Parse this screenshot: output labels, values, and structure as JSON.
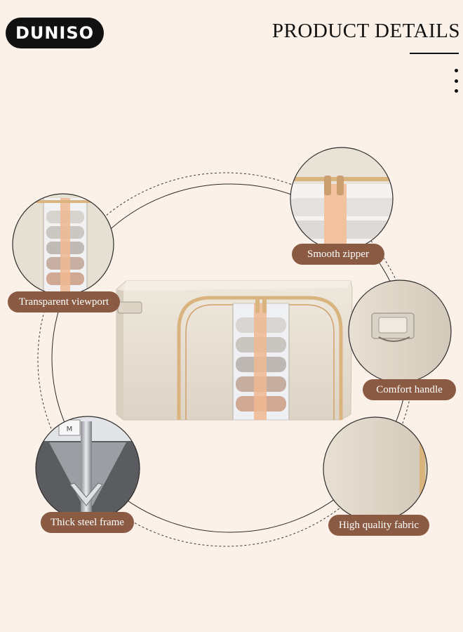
{
  "brand": {
    "logo_text": "DUNISO"
  },
  "header": {
    "title": "PRODUCT DETAILS",
    "menu_icon": "more-vertical-icon"
  },
  "features": [
    {
      "label": "Smooth zipper",
      "icon": "zipper-detail"
    },
    {
      "label": "Transparent viewport",
      "icon": "viewport-detail"
    },
    {
      "label": "Comfort handle",
      "icon": "handle-detail"
    },
    {
      "label": "Thick steel frame",
      "icon": "steel-frame-detail"
    },
    {
      "label": "High quality fabric",
      "icon": "fabric-detail"
    }
  ],
  "colors": {
    "background": "#fbf1e9",
    "label_bg": "#8a5a43",
    "box_fabric": "#ece4d8",
    "trim": "#d9b47f",
    "stripe": "#f0b892"
  }
}
